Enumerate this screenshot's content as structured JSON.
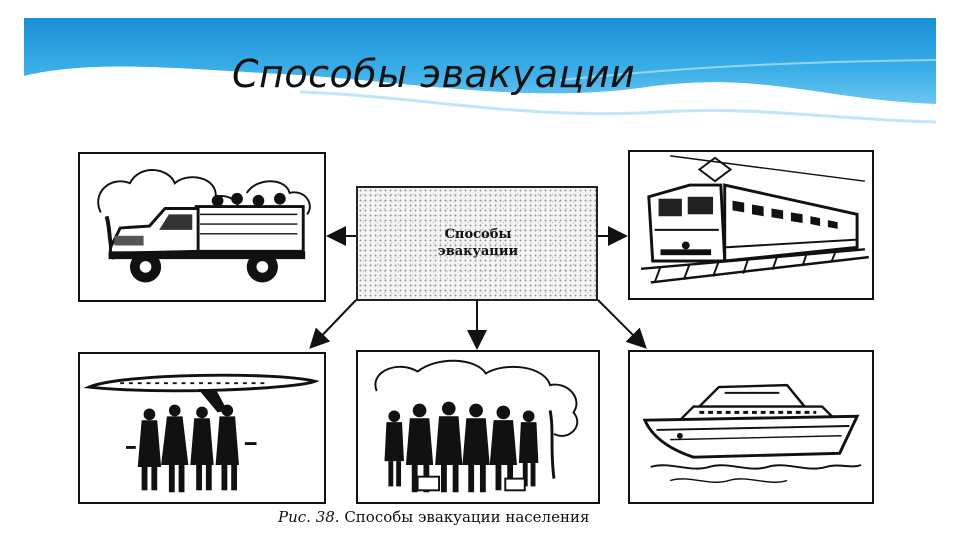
{
  "slide": {
    "title": "Способы эвакуации",
    "background": "#ffffff",
    "accent": "#1e9be0"
  },
  "diagram": {
    "center": {
      "line1": "Способы",
      "line2": "эвакуации"
    },
    "panels": [
      {
        "id": "truck",
        "icon": "truck-icon"
      },
      {
        "id": "train",
        "icon": "train-icon"
      },
      {
        "id": "airplane",
        "icon": "airplane-icon"
      },
      {
        "id": "walking",
        "icon": "walking-people-icon"
      },
      {
        "id": "ship",
        "icon": "ship-icon"
      }
    ]
  },
  "caption": {
    "figure": "Рис. 38.",
    "text": "Способы эвакуации населения"
  }
}
